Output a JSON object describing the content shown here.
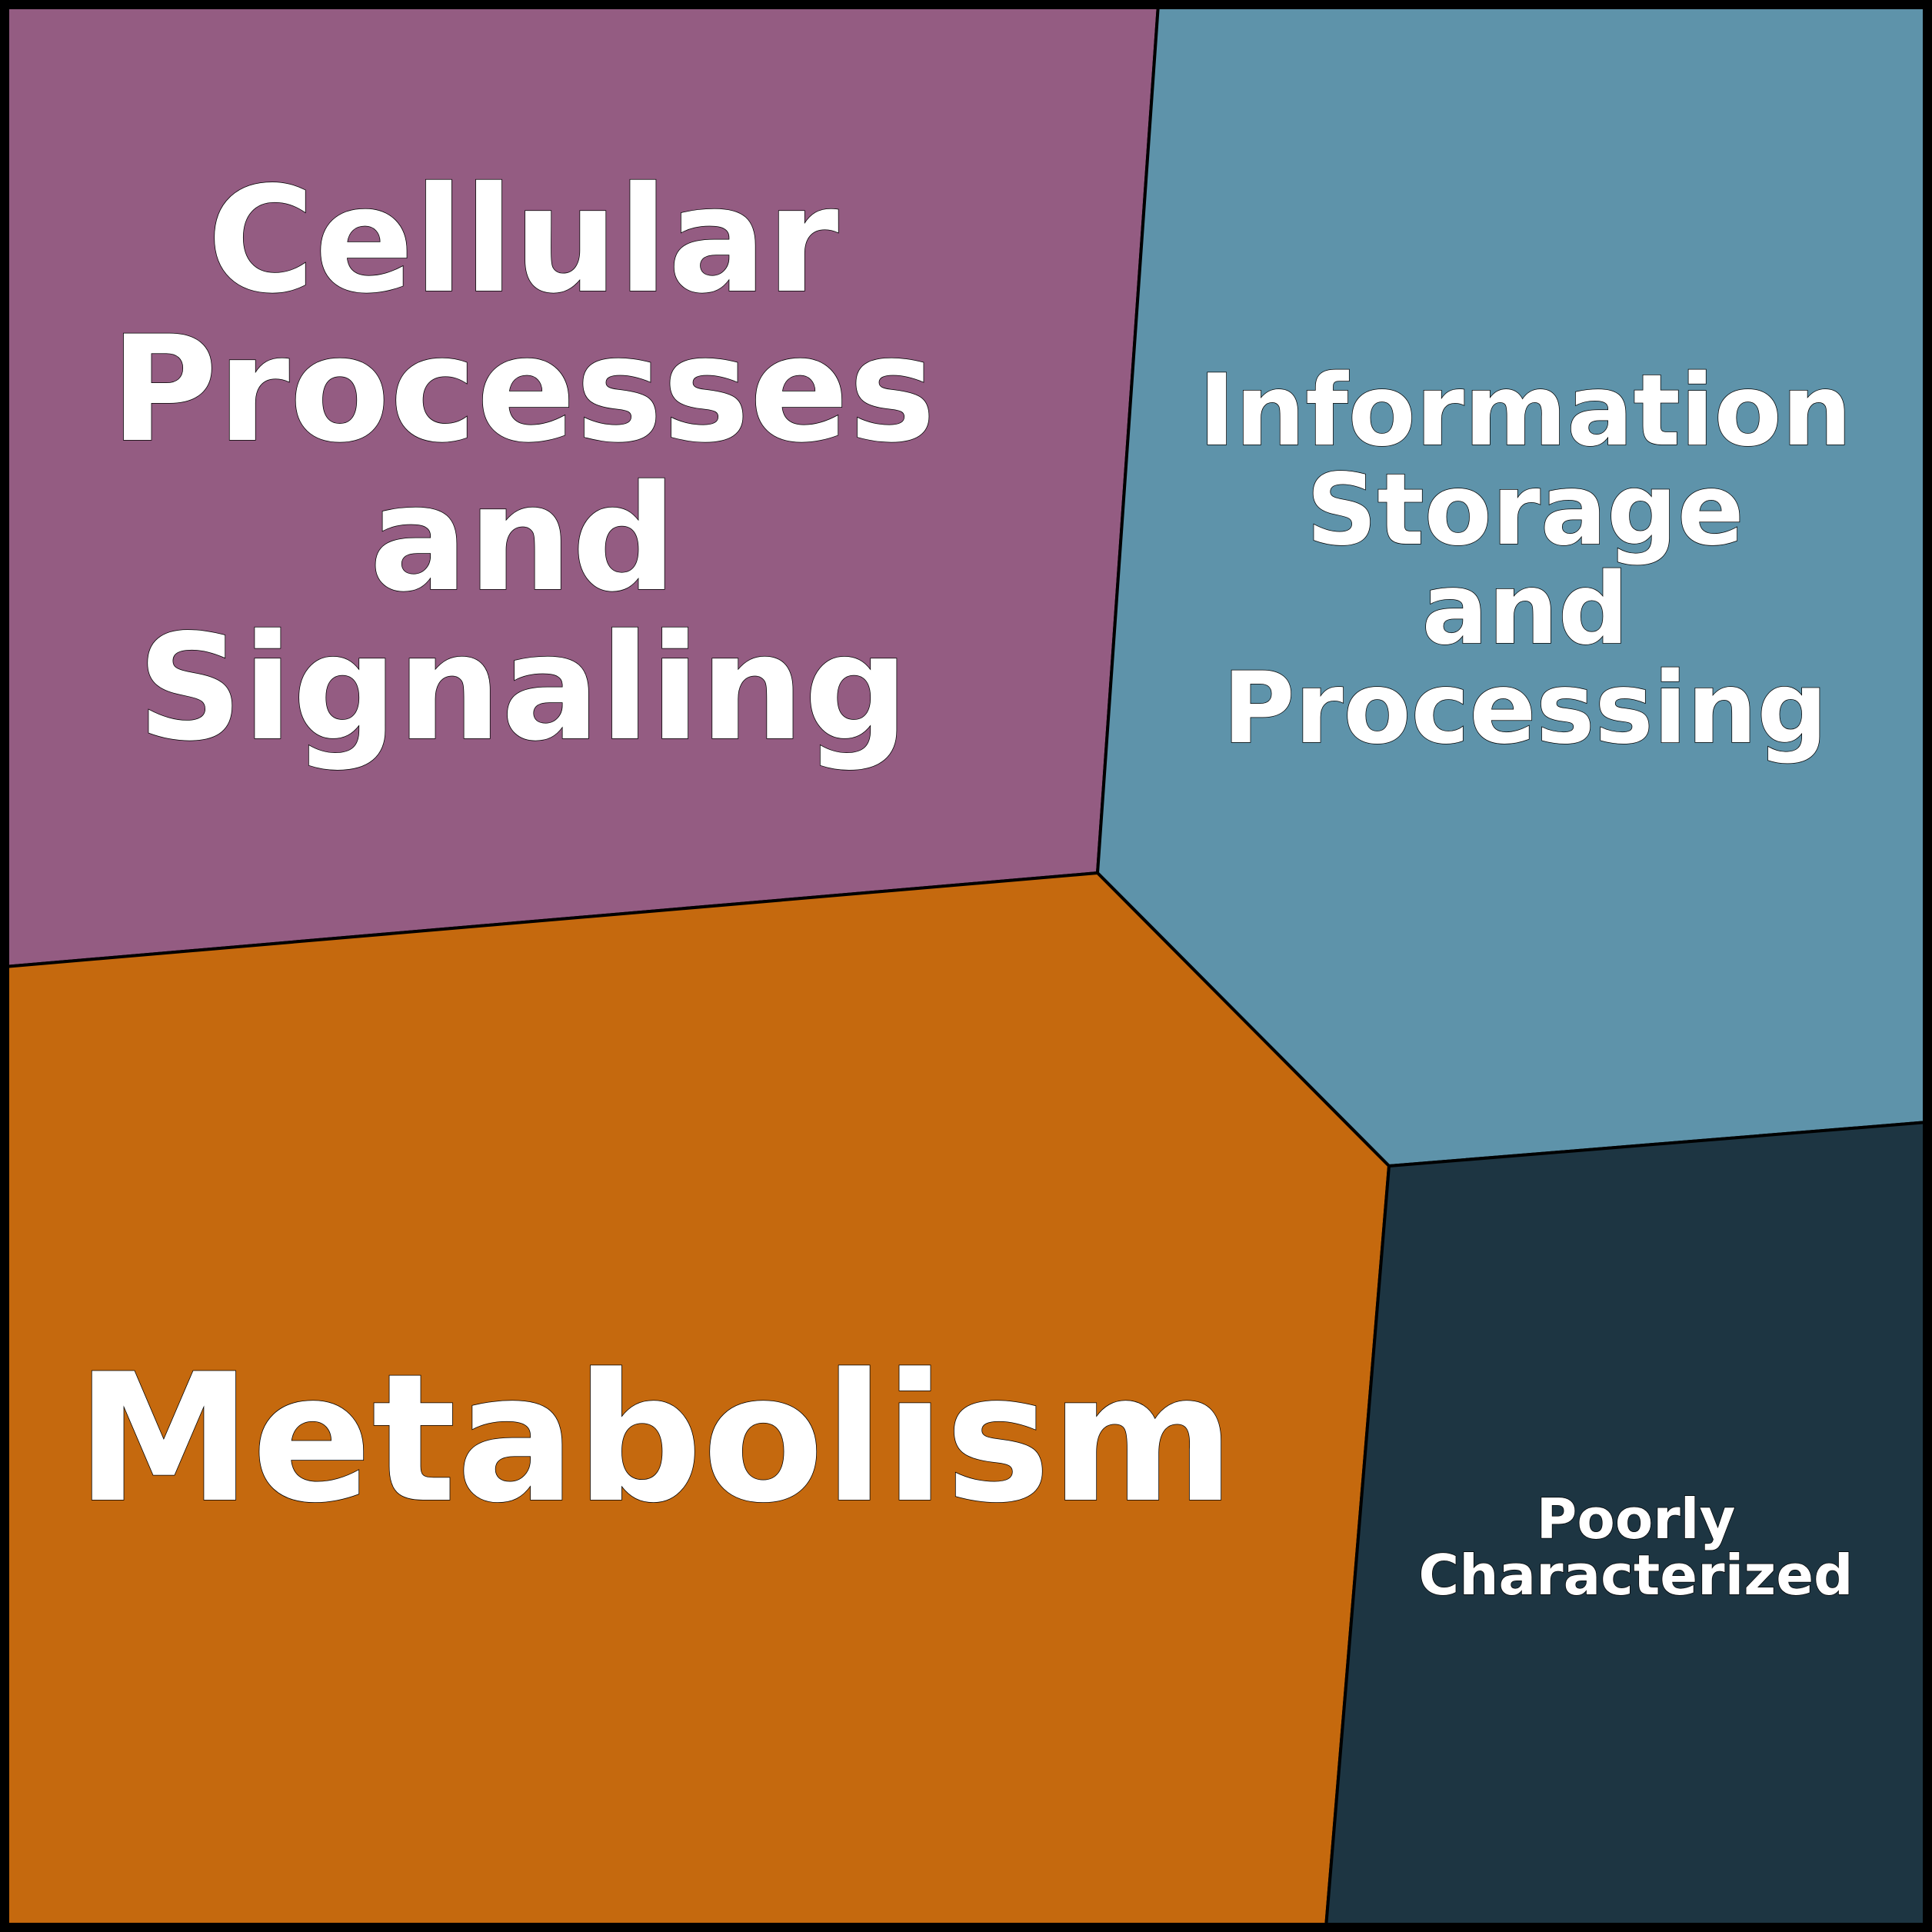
{
  "chart_data": {
    "type": "voronoi-treemap",
    "title": "",
    "cells": [
      {
        "name": "Cellular Processes and Signaling",
        "lines": [
          "Cellular",
          "Processes",
          "and",
          "Signaling"
        ],
        "color": "#945c82"
      },
      {
        "name": "Information Storage and Processing",
        "lines": [
          "Information",
          "Storage",
          "and",
          "Processing"
        ],
        "color": "#5e93aa"
      },
      {
        "name": "Metabolism",
        "lines": [
          "Metabolism"
        ],
        "color": "#c5690e"
      },
      {
        "name": "Poorly Characterized",
        "lines": [
          "Poorly",
          "Characterized"
        ],
        "color": "#1d3542"
      }
    ]
  }
}
